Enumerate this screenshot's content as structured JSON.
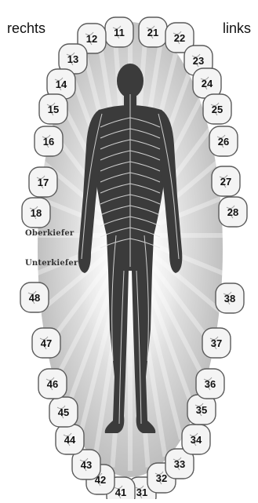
{
  "labels": {
    "right": "rechts",
    "left": "links",
    "upper_jaw": "Oberkiefer",
    "lower_jaw": "Unterkiefer"
  },
  "teeth": {
    "upper_right": [
      "11",
      "12",
      "13",
      "14",
      "15",
      "16",
      "17",
      "18"
    ],
    "upper_left": [
      "21",
      "22",
      "23",
      "24",
      "25",
      "26",
      "27",
      "28"
    ],
    "lower_left": [
      "31",
      "32",
      "33",
      "34",
      "35",
      "36",
      "37",
      "38"
    ],
    "lower_right": [
      "41",
      "42",
      "43",
      "44",
      "45",
      "46",
      "47",
      "48"
    ]
  },
  "colors": {
    "tooth_fill": "#f4f4f4",
    "tooth_stroke": "#5a5a5a",
    "glow_center": "#ffffff",
    "glow_edge": "#bdbdbd",
    "body": "#3a3a3a",
    "nerves": "#e8e8e8"
  }
}
